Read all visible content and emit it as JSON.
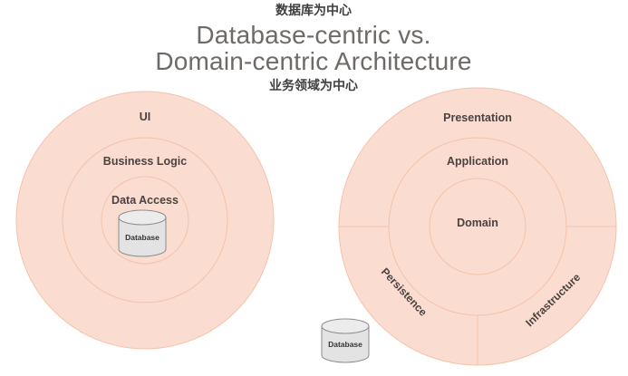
{
  "header": {
    "subtitle_top_zh": "数据库为中心",
    "title_line1": "Database-centric vs.",
    "title_line2": "Domain-centric Architecture",
    "subtitle_bottom_zh": "业务领域为中心"
  },
  "colors": {
    "ring_fill": "#fbdcd0",
    "ring_stroke": "#f3c3ab",
    "label_text": "#4a4340",
    "title_text": "#6e6a68",
    "zh_text": "#3f3f3f",
    "cylinder_fill": "#e3e3e3",
    "cylinder_stroke": "#8d8d8d",
    "background": "#ffffff"
  },
  "left_diagram": {
    "name": "database-centric",
    "rings": [
      {
        "label": "UI",
        "level": "outer"
      },
      {
        "label": "Business Logic",
        "level": "middle"
      },
      {
        "label": "Data Access",
        "level": "inner"
      }
    ],
    "center_cylinder": {
      "label": "Database"
    }
  },
  "right_diagram": {
    "name": "domain-centric",
    "rings": [
      {
        "label": "Presentation",
        "level": "outer"
      },
      {
        "label": "Application",
        "level": "middle"
      },
      {
        "label": "Domain",
        "level": "inner"
      }
    ],
    "outer_segments": [
      {
        "label": "Persistence",
        "position": "bottom-left"
      },
      {
        "label": "Infrastructure",
        "position": "bottom-right"
      }
    ]
  },
  "bottom_cylinder": {
    "label": "Database"
  }
}
